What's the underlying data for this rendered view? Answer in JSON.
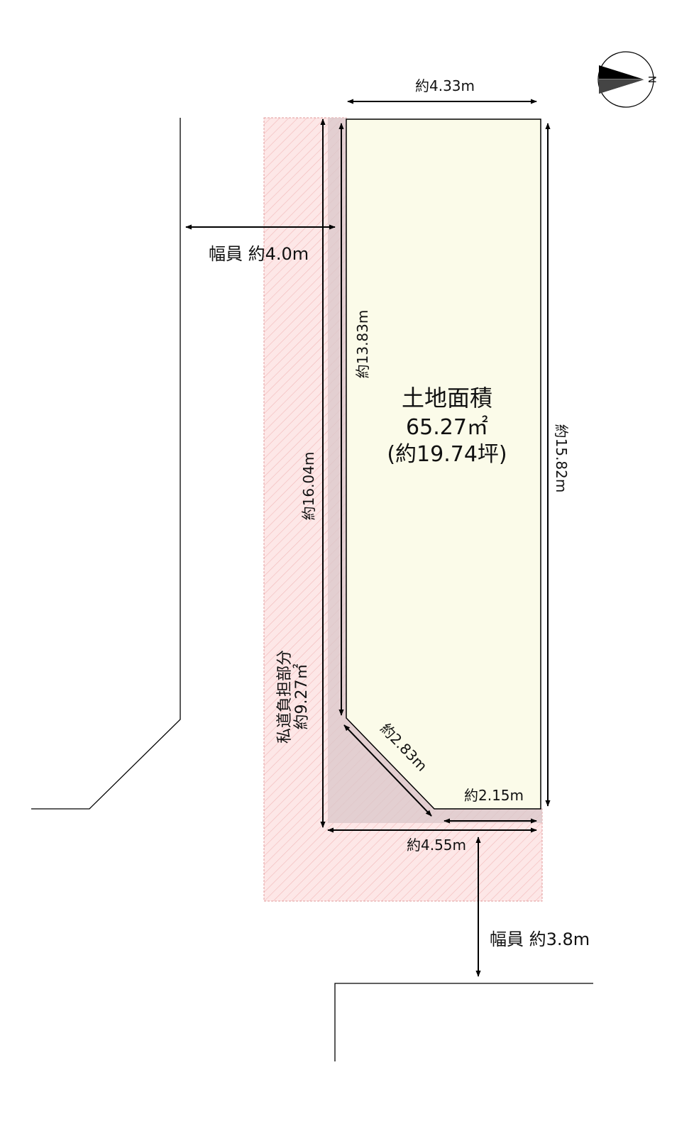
{
  "colors": {
    "lot_fill": "#fbfbe9",
    "setback_fill": "#fde7e7",
    "setback_hatch": "#f2b9b9",
    "inner_strip_fill": "#d9c7c9",
    "line": "#000000"
  },
  "lot": {
    "title": "土地面積",
    "area": "65.27㎡",
    "tsubo": "(約19.74坪)"
  },
  "setback": {
    "label_line1": "私道負担部分",
    "label_line2": "約9.27㎡"
  },
  "dimensions": {
    "top_width": "約4.33m",
    "right_length": "約15.82m",
    "inner_left_length": "約13.83m",
    "outer_left_length": "約16.04m",
    "corner_cut": "約2.83m",
    "bottom_right": "約2.15m",
    "bottom_total": "約4.55m"
  },
  "roads": {
    "west_width": "幅員 約4.0m",
    "south_width": "幅員 約3.8m"
  },
  "compass": {
    "north_label": "N",
    "icon": "north-arrow-icon"
  }
}
